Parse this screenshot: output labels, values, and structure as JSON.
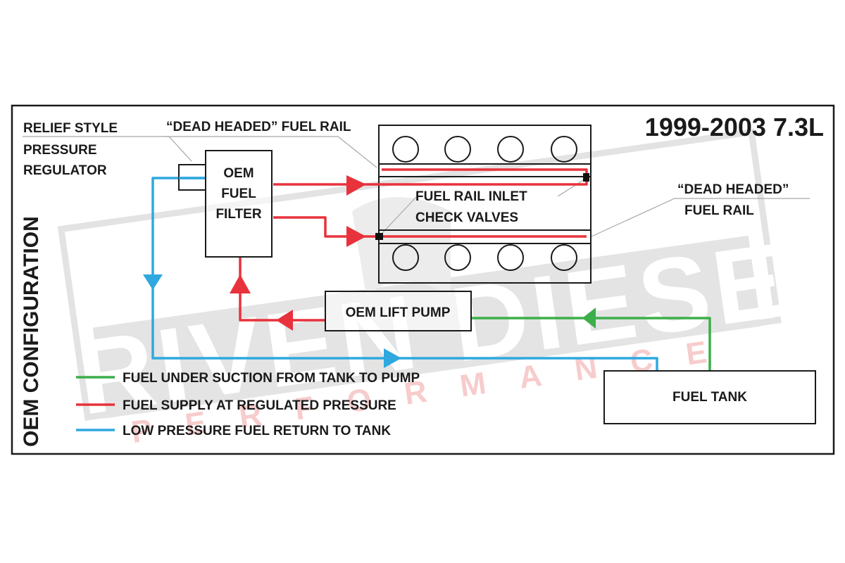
{
  "title": "1999-2003 7.3L",
  "side_title": "OEM CONFIGURATION",
  "colors": {
    "suction": "#3cae4a",
    "supply": "#e8323c",
    "return": "#2fa8e0",
    "outline": "#1a1a1a",
    "leader": "#a8a8a8",
    "watermark": "#e2e2e2",
    "watermark_accent": "#f6caca"
  },
  "components": {
    "fuel_filter": [
      "OEM",
      "FUEL",
      "FILTER"
    ],
    "lift_pump": "OEM LIFT PUMP",
    "fuel_tank": "FUEL TANK",
    "engine": "Engine block (8 cylinders, two fuel rails)"
  },
  "callouts": {
    "regulator": [
      "RELIEF STYLE",
      "PRESSURE",
      "REGULATOR"
    ],
    "rail_top": "“DEAD HEADED” FUEL RAIL",
    "rail_bottom": [
      "“DEAD HEADED”",
      "FUEL RAIL"
    ],
    "check_valves": [
      "FUEL RAIL INLET",
      "CHECK VALVES"
    ]
  },
  "legend": [
    {
      "key": "suction",
      "label": "FUEL UNDER SUCTION FROM TANK TO PUMP"
    },
    {
      "key": "supply",
      "label": "FUEL SUPPLY AT REGULATED PRESSURE"
    },
    {
      "key": "return",
      "label": "LOW PRESSURE FUEL RETURN TO TANK"
    }
  ],
  "watermark": {
    "brand": "DRIVEN DIESEL",
    "sub": "PERFORMANCE"
  }
}
